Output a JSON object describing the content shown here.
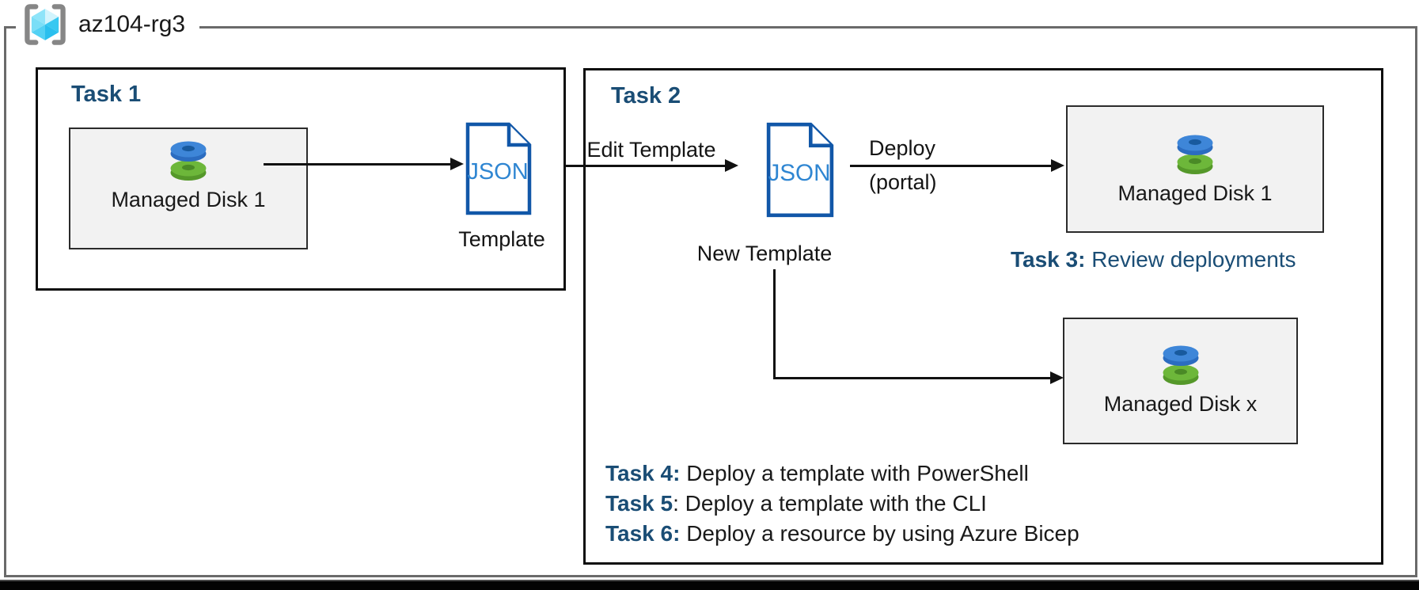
{
  "resource_group": {
    "name": "az104-rg3"
  },
  "task1": {
    "title": "Task 1",
    "disk_label": "Managed Disk 1",
    "json_text": "JSON",
    "template_label": "Template"
  },
  "task2": {
    "title": "Task 2",
    "edit_arrow_label": "Edit Template",
    "json_text": "JSON",
    "new_template_label": "New Template",
    "deploy_label_line1": "Deploy",
    "deploy_label_line2": "(portal)",
    "disk1_label": "Managed Disk 1",
    "diskx_label": "Managed Disk x"
  },
  "task3": {
    "prefix": "Task 3:",
    "text": " Review deployments"
  },
  "task_list": [
    {
      "prefix": "Task 4:",
      "text": " Deploy a template with PowerShell"
    },
    {
      "prefix": "Task 5",
      "text": ": Deploy a template with the CLI"
    },
    {
      "prefix": "Task 6:",
      "text": " Deploy a resource by using Azure Bicep"
    }
  ],
  "colors": {
    "title_blue": "#1a4d75",
    "json_outline_blue": "#1157a8",
    "json_text_blue": "#2f86d2",
    "disk_box_fill": "#f2f2f2",
    "rg_border_gray": "#6a6a6a",
    "disk_blue": "#3e86d8",
    "disk_green": "#6db73a"
  }
}
